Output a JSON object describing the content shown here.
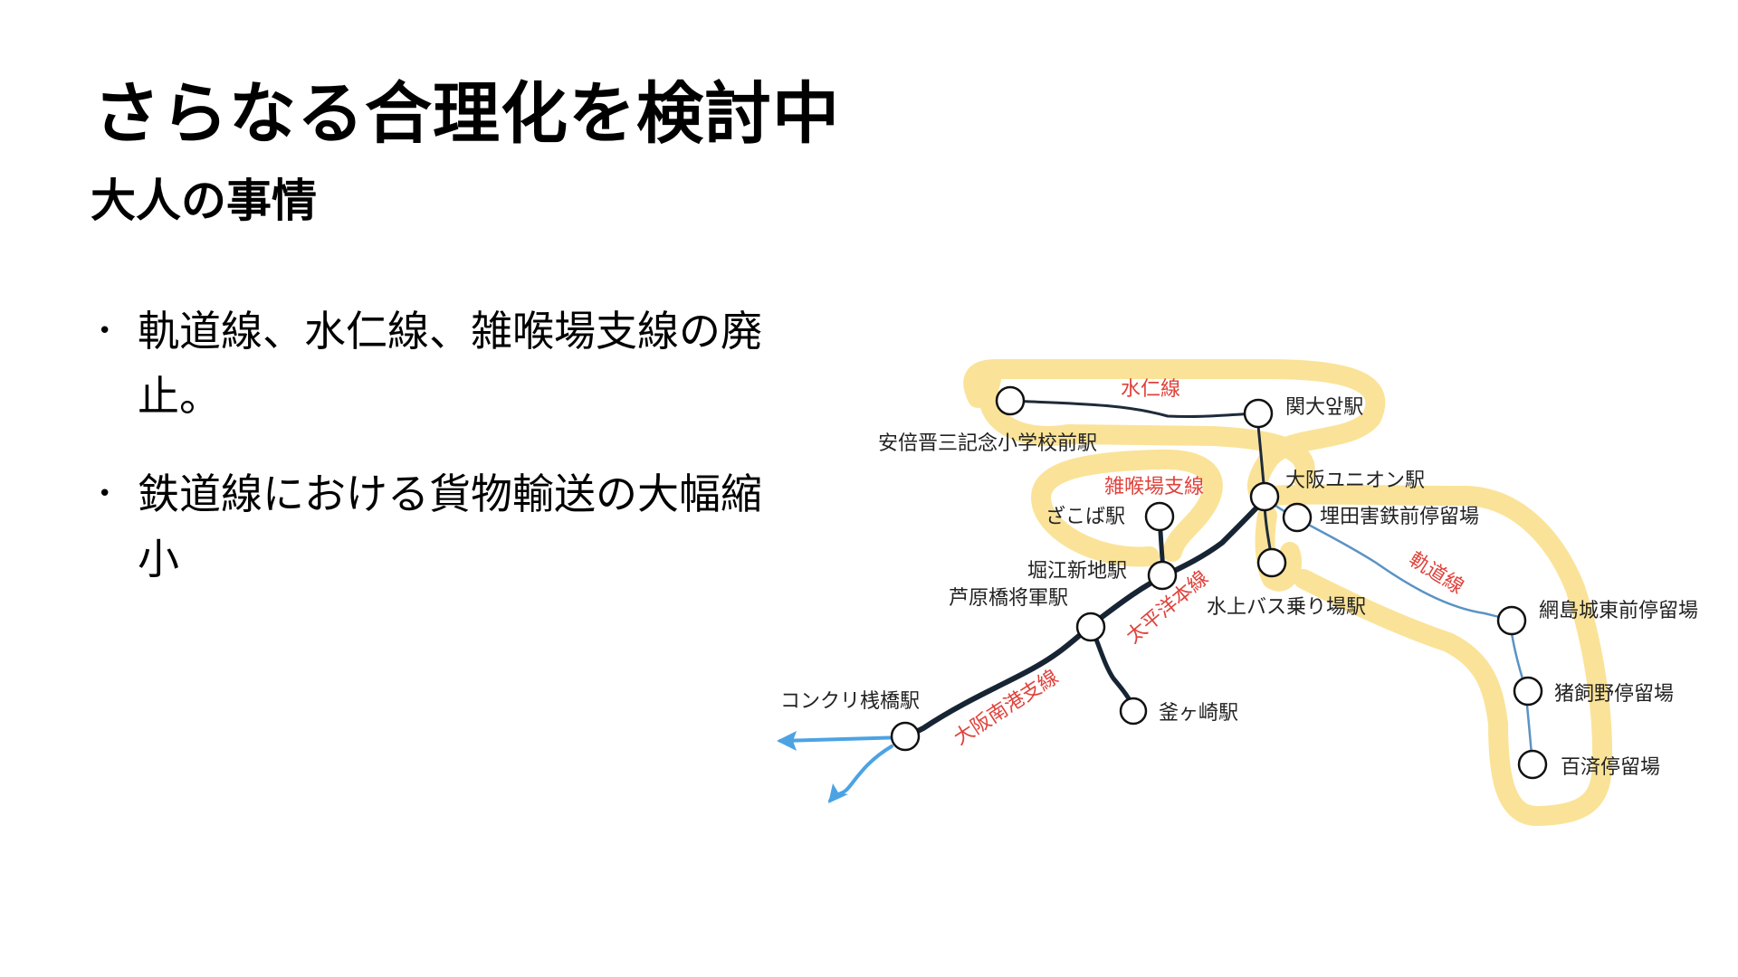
{
  "slide": {
    "title": "さらなる合理化を検討中",
    "subtitle": "大人の事情",
    "bullets": [
      {
        "marker": "•",
        "text": "軌道線、水仁線、雑喉場支線の廃止。"
      },
      {
        "marker": "•",
        "text": "鉄道線における貨物輸送の大幅縮小"
      }
    ]
  },
  "map": {
    "colors": {
      "highlight": "#f7d154",
      "main_line": "#172433",
      "branch": "#1f2b3a",
      "tram": "#5b93c4",
      "external": "#4ba3e3",
      "line_label": "#e0413b"
    },
    "stations": {
      "abe": "安倍晋三記念小学校前駅",
      "kandai": "関大앞駅",
      "union": "大阪ユニオン駅",
      "maeda": "埋田害鉄前停留場",
      "zakoba": "ざこば駅",
      "horie": "堀江新地駅",
      "suijo": "水上バス乗り場駅",
      "ashihara": "芦原橋将軍駅",
      "amishima": "網島城東前停留場",
      "ikaino": "猪飼野停留場",
      "kudara": "百済停留場",
      "kamagasaki": "釜ヶ崎駅",
      "concrete": "コンクリ桟橋駅"
    },
    "lines": {
      "suijin": "水仁線",
      "zakoba_branch": "雑喉場支線",
      "tram": "軌道線",
      "taiheiyo": "太平洋本線",
      "nanko": "大阪南港支線"
    }
  }
}
